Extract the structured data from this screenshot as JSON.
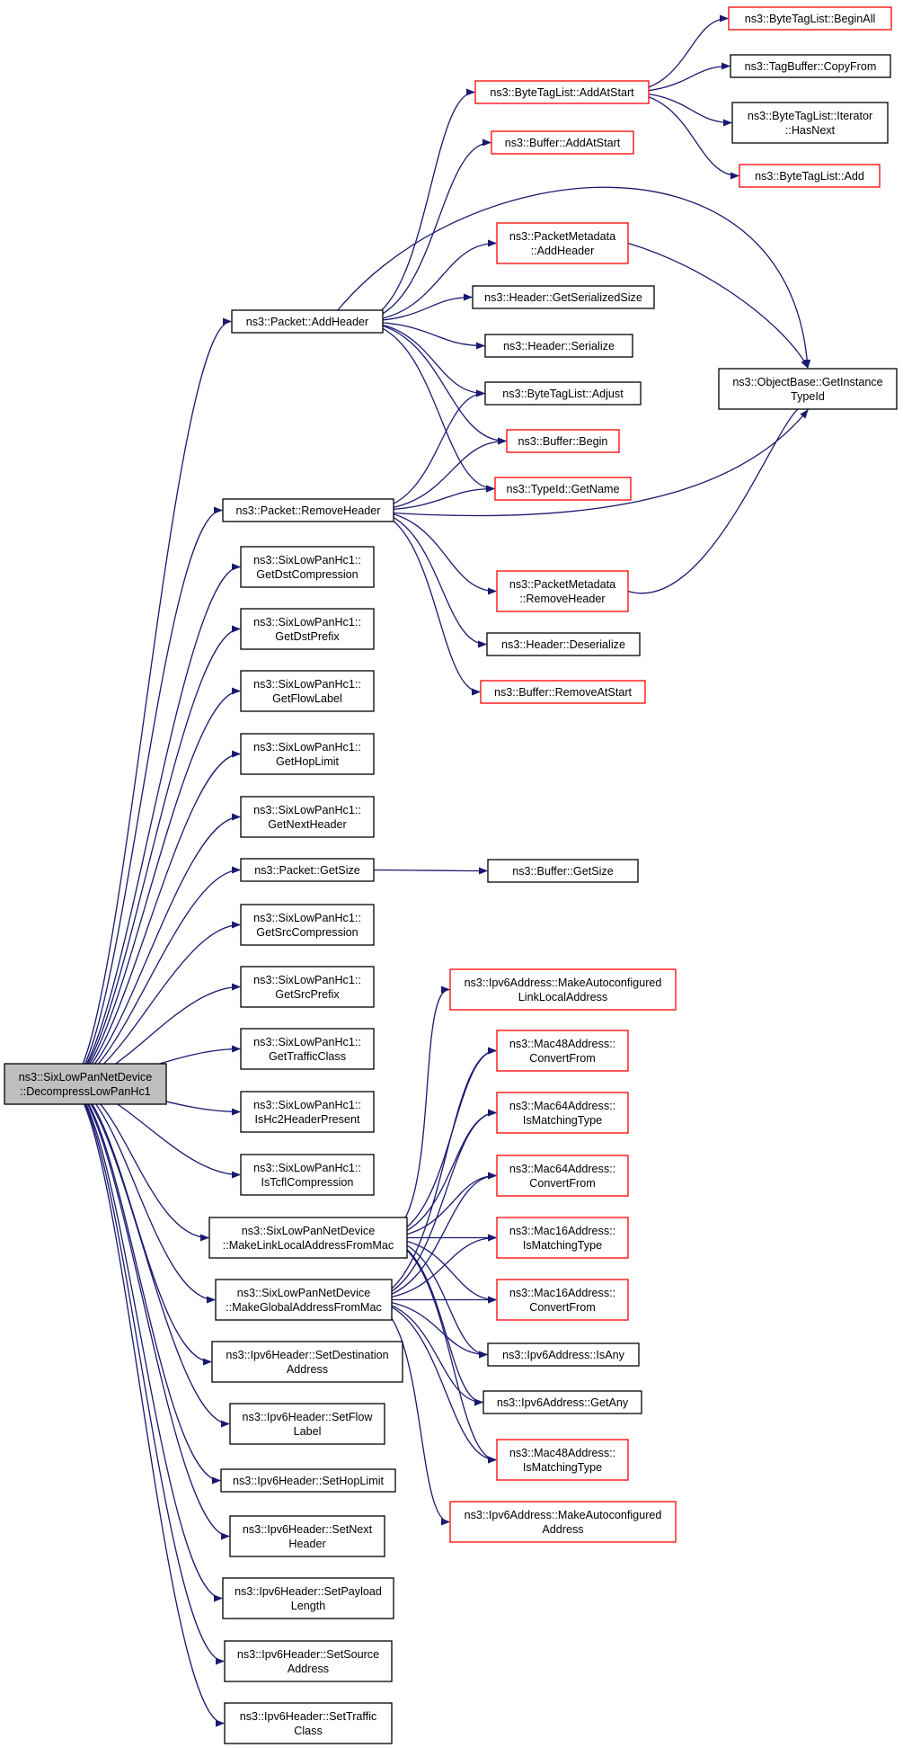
{
  "nodes": {
    "root": [
      "ns3::SixLowPanNetDevice",
      "::DecompressLowPanHc1"
    ],
    "add_header": [
      "ns3::Packet::AddHeader"
    ],
    "remove_header": [
      "ns3::Packet::RemoveHeader"
    ],
    "get_dst_compression": [
      "ns3::SixLowPanHc1::",
      "GetDstCompression"
    ],
    "get_dst_prefix": [
      "ns3::SixLowPanHc1::",
      "GetDstPrefix"
    ],
    "get_flow_label": [
      "ns3::SixLowPanHc1::",
      "GetFlowLabel"
    ],
    "get_hop_limit": [
      "ns3::SixLowPanHc1::",
      "GetHopLimit"
    ],
    "get_next_header": [
      "ns3::SixLowPanHc1::",
      "GetNextHeader"
    ],
    "packet_get_size": [
      "ns3::Packet::GetSize"
    ],
    "get_src_compression": [
      "ns3::SixLowPanHc1::",
      "GetSrcCompression"
    ],
    "get_src_prefix": [
      "ns3::SixLowPanHc1::",
      "GetSrcPrefix"
    ],
    "get_traffic_class": [
      "ns3::SixLowPanHc1::",
      "GetTrafficClass"
    ],
    "is_hc2_header_present": [
      "ns3::SixLowPanHc1::",
      "IsHc2HeaderPresent"
    ],
    "is_tcfl_compression": [
      "ns3::SixLowPanHc1::",
      "IsTcflCompression"
    ],
    "make_link_local": [
      "ns3::SixLowPanNetDevice",
      "::MakeLinkLocalAddressFromMac"
    ],
    "make_global": [
      "ns3::SixLowPanNetDevice",
      "::MakeGlobalAddressFromMac"
    ],
    "set_destination_address": [
      "ns3::Ipv6Header::SetDestination",
      "Address"
    ],
    "set_flow_label": [
      "ns3::Ipv6Header::SetFlow",
      "Label"
    ],
    "set_hop_limit": [
      "ns3::Ipv6Header::SetHopLimit"
    ],
    "set_next_header": [
      "ns3::Ipv6Header::SetNext",
      "Header"
    ],
    "set_payload_length": [
      "ns3::Ipv6Header::SetPayload",
      "Length"
    ],
    "set_source_address": [
      "ns3::Ipv6Header::SetSource",
      "Address"
    ],
    "set_traffic_class": [
      "ns3::Ipv6Header::SetTraffic",
      "Class"
    ],
    "byte_tag_list_add_at_start": [
      "ns3::ByteTagList::AddAtStart"
    ],
    "buffer_add_at_start": [
      "ns3::Buffer::AddAtStart"
    ],
    "packet_metadata_add_header": [
      "ns3::PacketMetadata",
      "::AddHeader"
    ],
    "header_get_serialized_size": [
      "ns3::Header::GetSerializedSize"
    ],
    "header_serialize": [
      "ns3::Header::Serialize"
    ],
    "byte_tag_list_adjust": [
      "ns3::ByteTagList::Adjust"
    ],
    "buffer_begin": [
      "ns3::Buffer::Begin"
    ],
    "type_id_get_name": [
      "ns3::TypeId::GetName"
    ],
    "packet_metadata_remove_header": [
      "ns3::PacketMetadata",
      "::RemoveHeader"
    ],
    "header_deserialize": [
      "ns3::Header::Deserialize"
    ],
    "buffer_remove_at_start": [
      "ns3::Buffer::RemoveAtStart"
    ],
    "buffer_get_size": [
      "ns3::Buffer::GetSize"
    ],
    "byte_tag_list_begin_all": [
      "ns3::ByteTagList::BeginAll"
    ],
    "tag_buffer_copy_from": [
      "ns3::TagBuffer::CopyFrom"
    ],
    "byte_tag_list_iterator_has_next": [
      "ns3::ByteTagList::Iterator",
      "::HasNext"
    ],
    "byte_tag_list_add": [
      "ns3::ByteTagList::Add"
    ],
    "object_base_get_instance_type_id": [
      "ns3::ObjectBase::GetInstance",
      "TypeId"
    ],
    "make_autoconfigured_link_local": [
      "ns3::Ipv6Address::MakeAutoconfigured",
      "LinkLocalAddress"
    ],
    "mac48_convert_from": [
      "ns3::Mac48Address::",
      "ConvertFrom"
    ],
    "mac64_is_matching_type": [
      "ns3::Mac64Address::",
      "IsMatchingType"
    ],
    "mac64_convert_from": [
      "ns3::Mac64Address::",
      "ConvertFrom"
    ],
    "mac16_is_matching_type": [
      "ns3::Mac16Address::",
      "IsMatchingType"
    ],
    "mac16_convert_from": [
      "ns3::Mac16Address::",
      "ConvertFrom"
    ],
    "ipv6_is_any": [
      "ns3::Ipv6Address::IsAny"
    ],
    "ipv6_get_any": [
      "ns3::Ipv6Address::GetAny"
    ],
    "mac48_is_matching_type": [
      "ns3::Mac48Address::",
      "IsMatchingType"
    ],
    "make_autoconfigured_address": [
      "ns3::Ipv6Address::MakeAutoconfigured",
      "Address"
    ]
  },
  "colors": {
    "edge": "#191970",
    "node_border": "#000000",
    "truncated_border": "#ff0000",
    "root_fill": "#bfbfbf",
    "node_fill": "#ffffff"
  }
}
